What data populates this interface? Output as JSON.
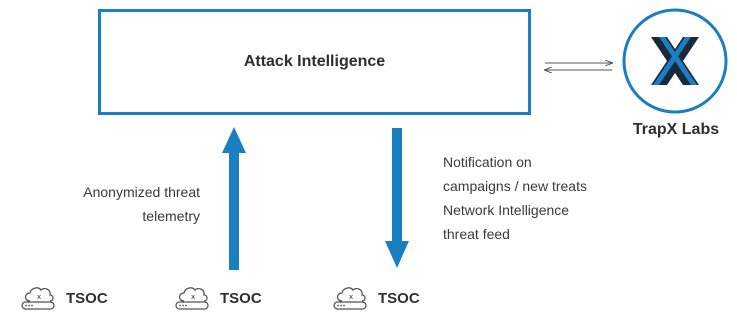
{
  "central_node": {
    "label": "Attack Intelligence"
  },
  "lab": {
    "label": "TrapX Labs",
    "logo_color": "#1a7fc1",
    "logo_icon": "x-icon"
  },
  "upward_flow": {
    "lines": [
      "Anonymized threat",
      "telemetry"
    ]
  },
  "downward_flow": {
    "lines": [
      "Notification on",
      "campaigns / new treats",
      "Network Intelligence",
      "threat feed"
    ]
  },
  "tsocs": [
    {
      "label": "TSOC",
      "icon": "cloud-x-icon"
    },
    {
      "label": "TSOC",
      "icon": "cloud-x-icon"
    },
    {
      "label": "TSOC",
      "icon": "cloud-x-icon"
    }
  ],
  "colors": {
    "accent": "#1a7fc1",
    "text": "#2f2f2f",
    "thin_arrow": "#555555"
  }
}
